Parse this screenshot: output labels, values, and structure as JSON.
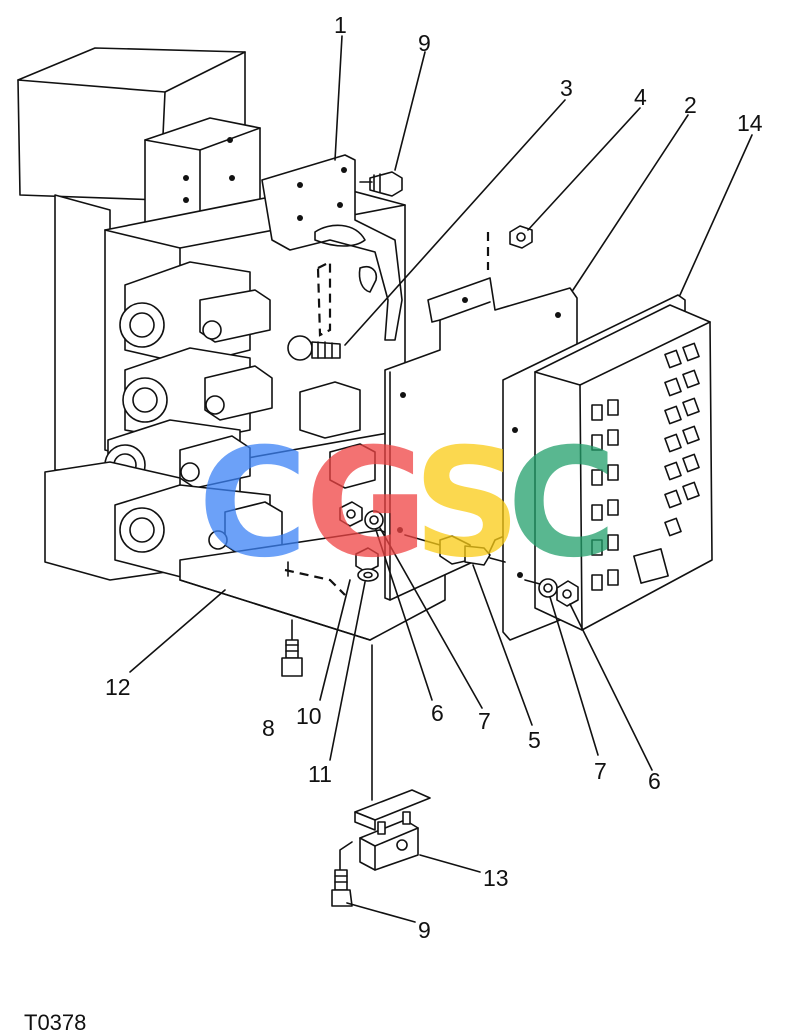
{
  "figure_id": "T0378",
  "watermark": {
    "letters": [
      "C",
      "G",
      "S",
      "C"
    ],
    "colors": [
      "#3b82f6",
      "#ef4444",
      "#facc15",
      "#22a06b"
    ]
  },
  "callouts": [
    {
      "key": "c1",
      "text": "1"
    },
    {
      "key": "c9a",
      "text": "9"
    },
    {
      "key": "c3",
      "text": "3"
    },
    {
      "key": "c4",
      "text": "4"
    },
    {
      "key": "c2",
      "text": "2"
    },
    {
      "key": "c14",
      "text": "14"
    },
    {
      "key": "c12",
      "text": "12"
    },
    {
      "key": "c8",
      "text": "8"
    },
    {
      "key": "c10",
      "text": "10"
    },
    {
      "key": "c6a",
      "text": "6"
    },
    {
      "key": "c7a",
      "text": "7"
    },
    {
      "key": "c5",
      "text": "5"
    },
    {
      "key": "c7b",
      "text": "7"
    },
    {
      "key": "c6b",
      "text": "6"
    },
    {
      "key": "c11",
      "text": "11"
    },
    {
      "key": "c13",
      "text": "13"
    },
    {
      "key": "c9b",
      "text": "9"
    }
  ]
}
